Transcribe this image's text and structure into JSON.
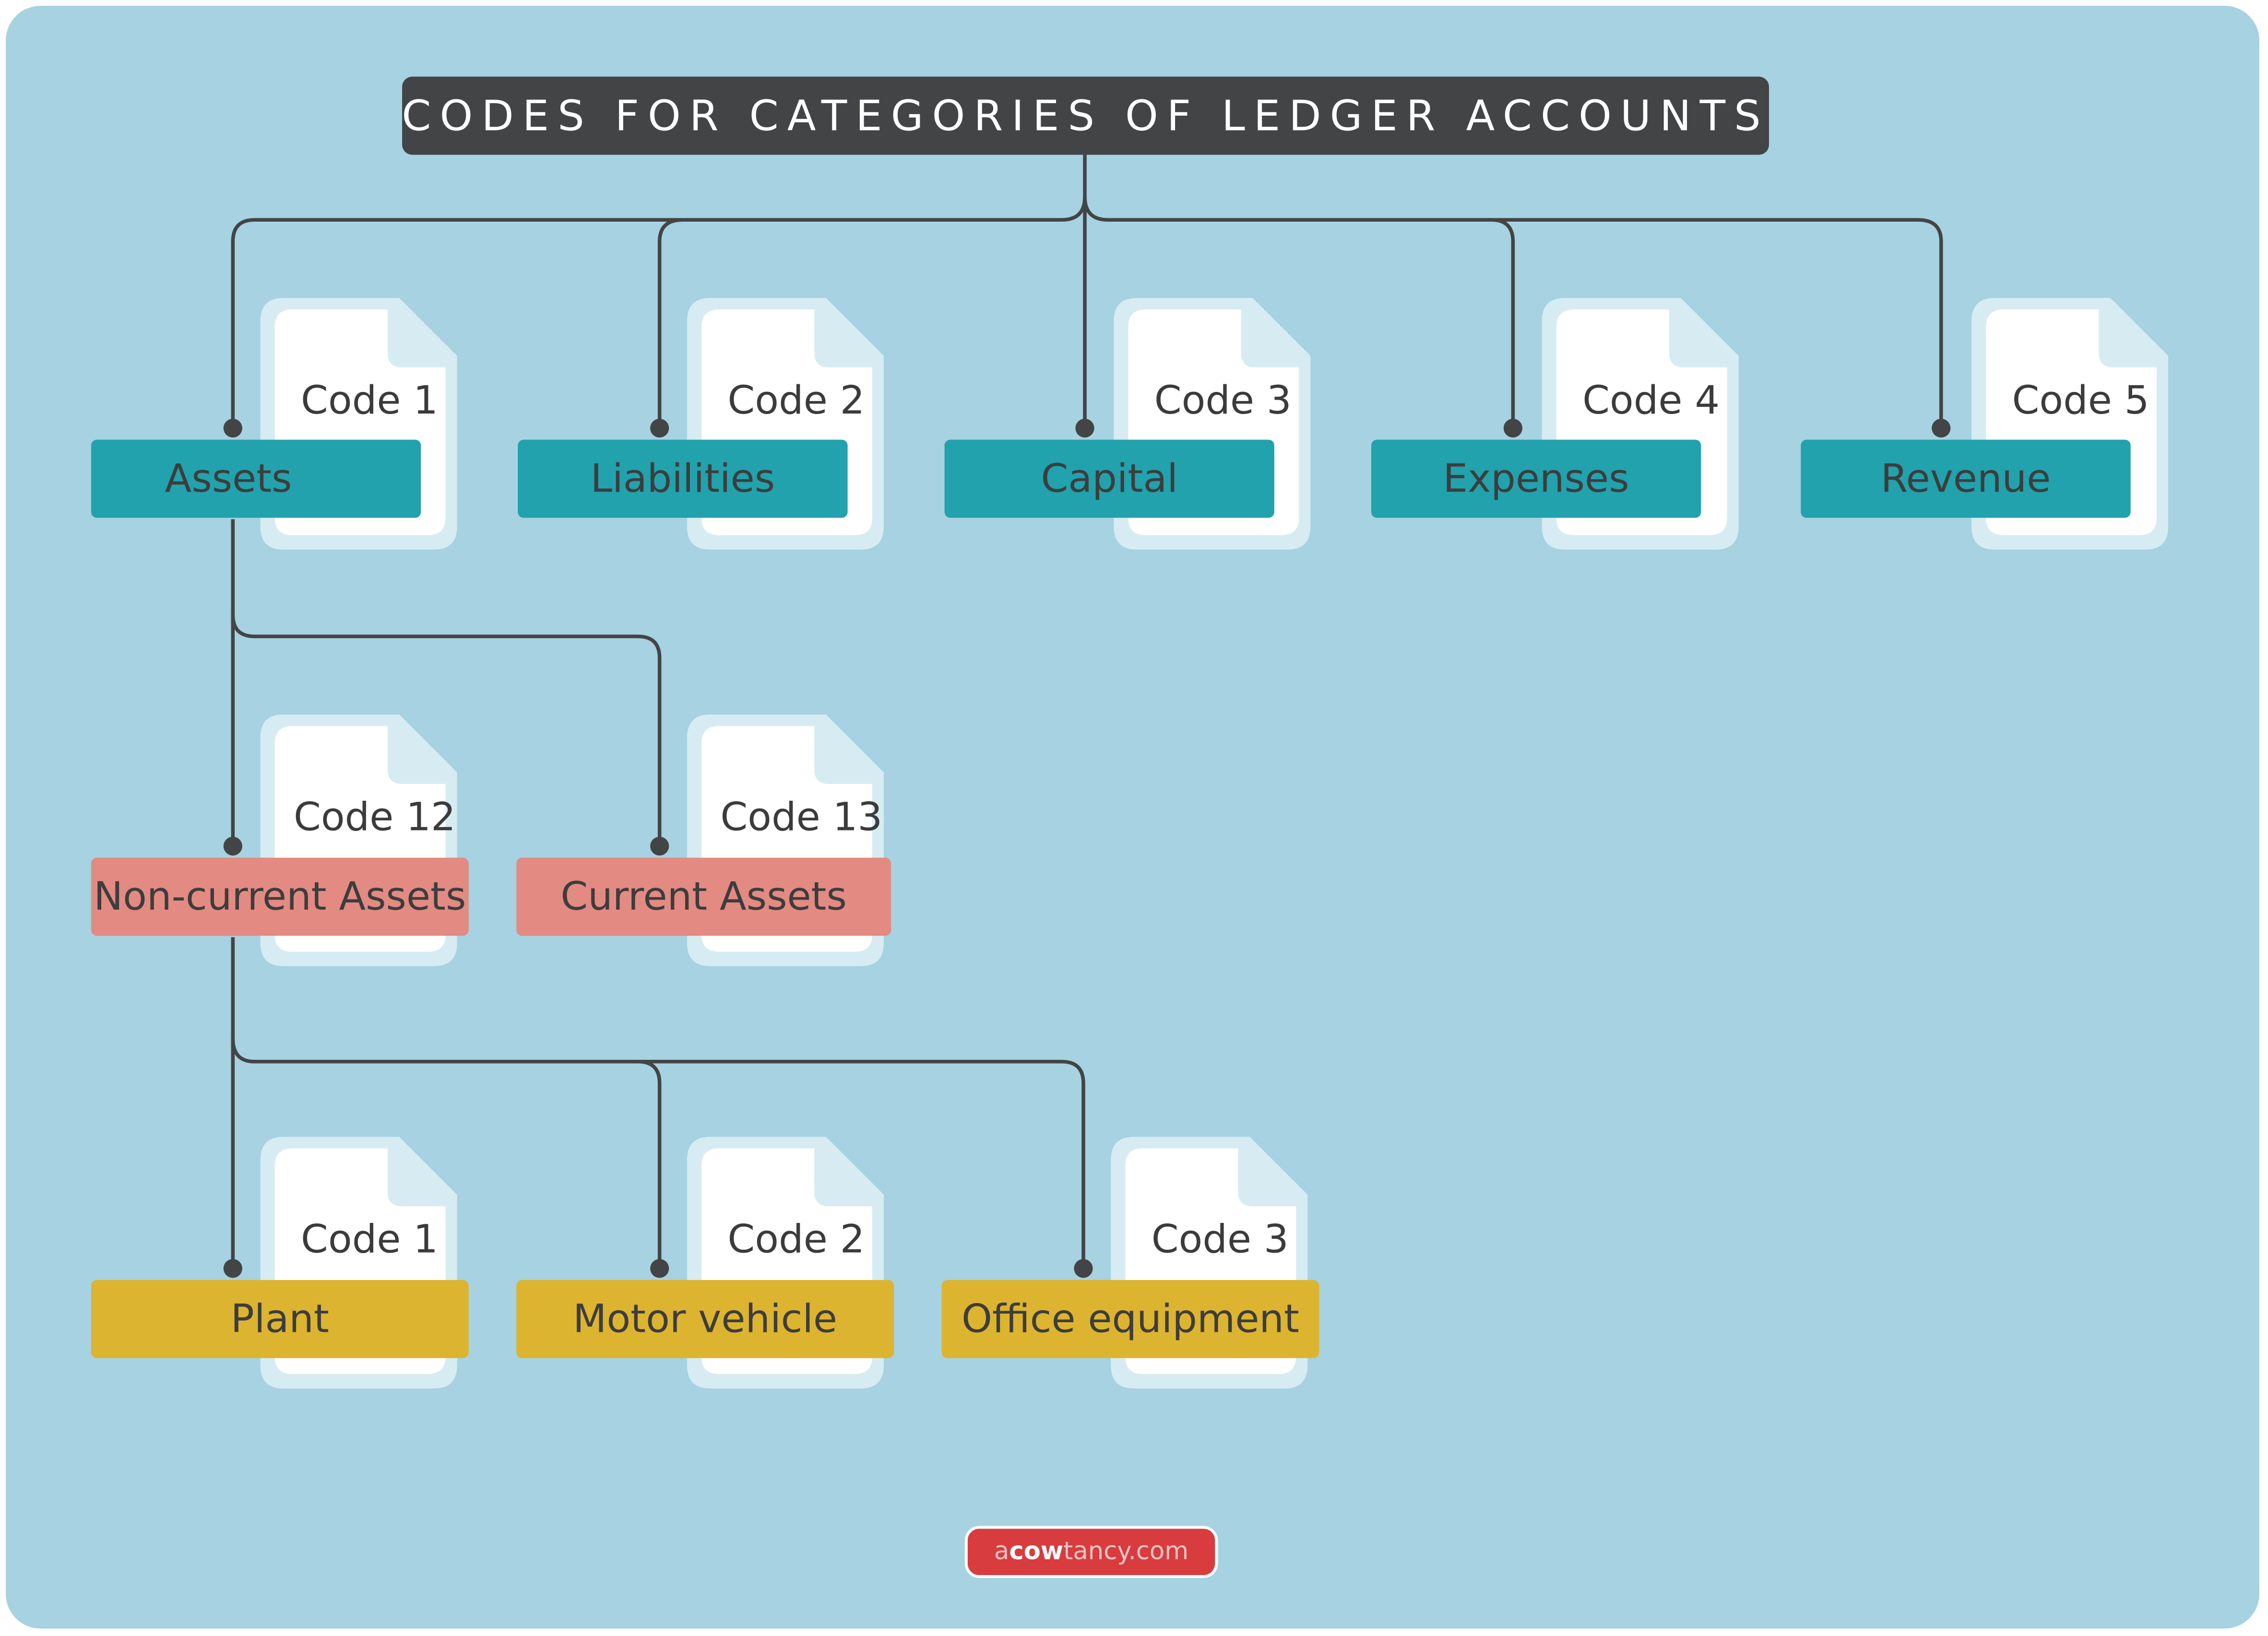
{
  "title": "CODES FOR CATEGORIES OF LEDGER ACCOUNTS",
  "colors": {
    "background": "#a6d2e1",
    "title_bar": "#434446",
    "level1": "#21a2ad",
    "level2": "#e38a82",
    "level3": "#dcb430",
    "connector": "#434446",
    "logo": "#d83c3e"
  },
  "categories": [
    {
      "name": "Assets",
      "code": "Code 1"
    },
    {
      "name": "Liabilities",
      "code": "Code 2"
    },
    {
      "name": "Capital",
      "code": "Code 3"
    },
    {
      "name": "Expenses",
      "code": "Code 4"
    },
    {
      "name": "Revenue",
      "code": "Code 5"
    }
  ],
  "asset_types": [
    {
      "name": "Non-current Assets",
      "code": "Code 12"
    },
    {
      "name": "Current Assets",
      "code": "Code 13"
    }
  ],
  "non_current_items": [
    {
      "name": "Plant",
      "code": "Code 1"
    },
    {
      "name": "Motor vehicle",
      "code": "Code 2"
    },
    {
      "name": "Office equipment",
      "code": "Code 3"
    }
  ],
  "logo": {
    "a": "a",
    "cow": "cow",
    "tancy": "tancy.com"
  }
}
